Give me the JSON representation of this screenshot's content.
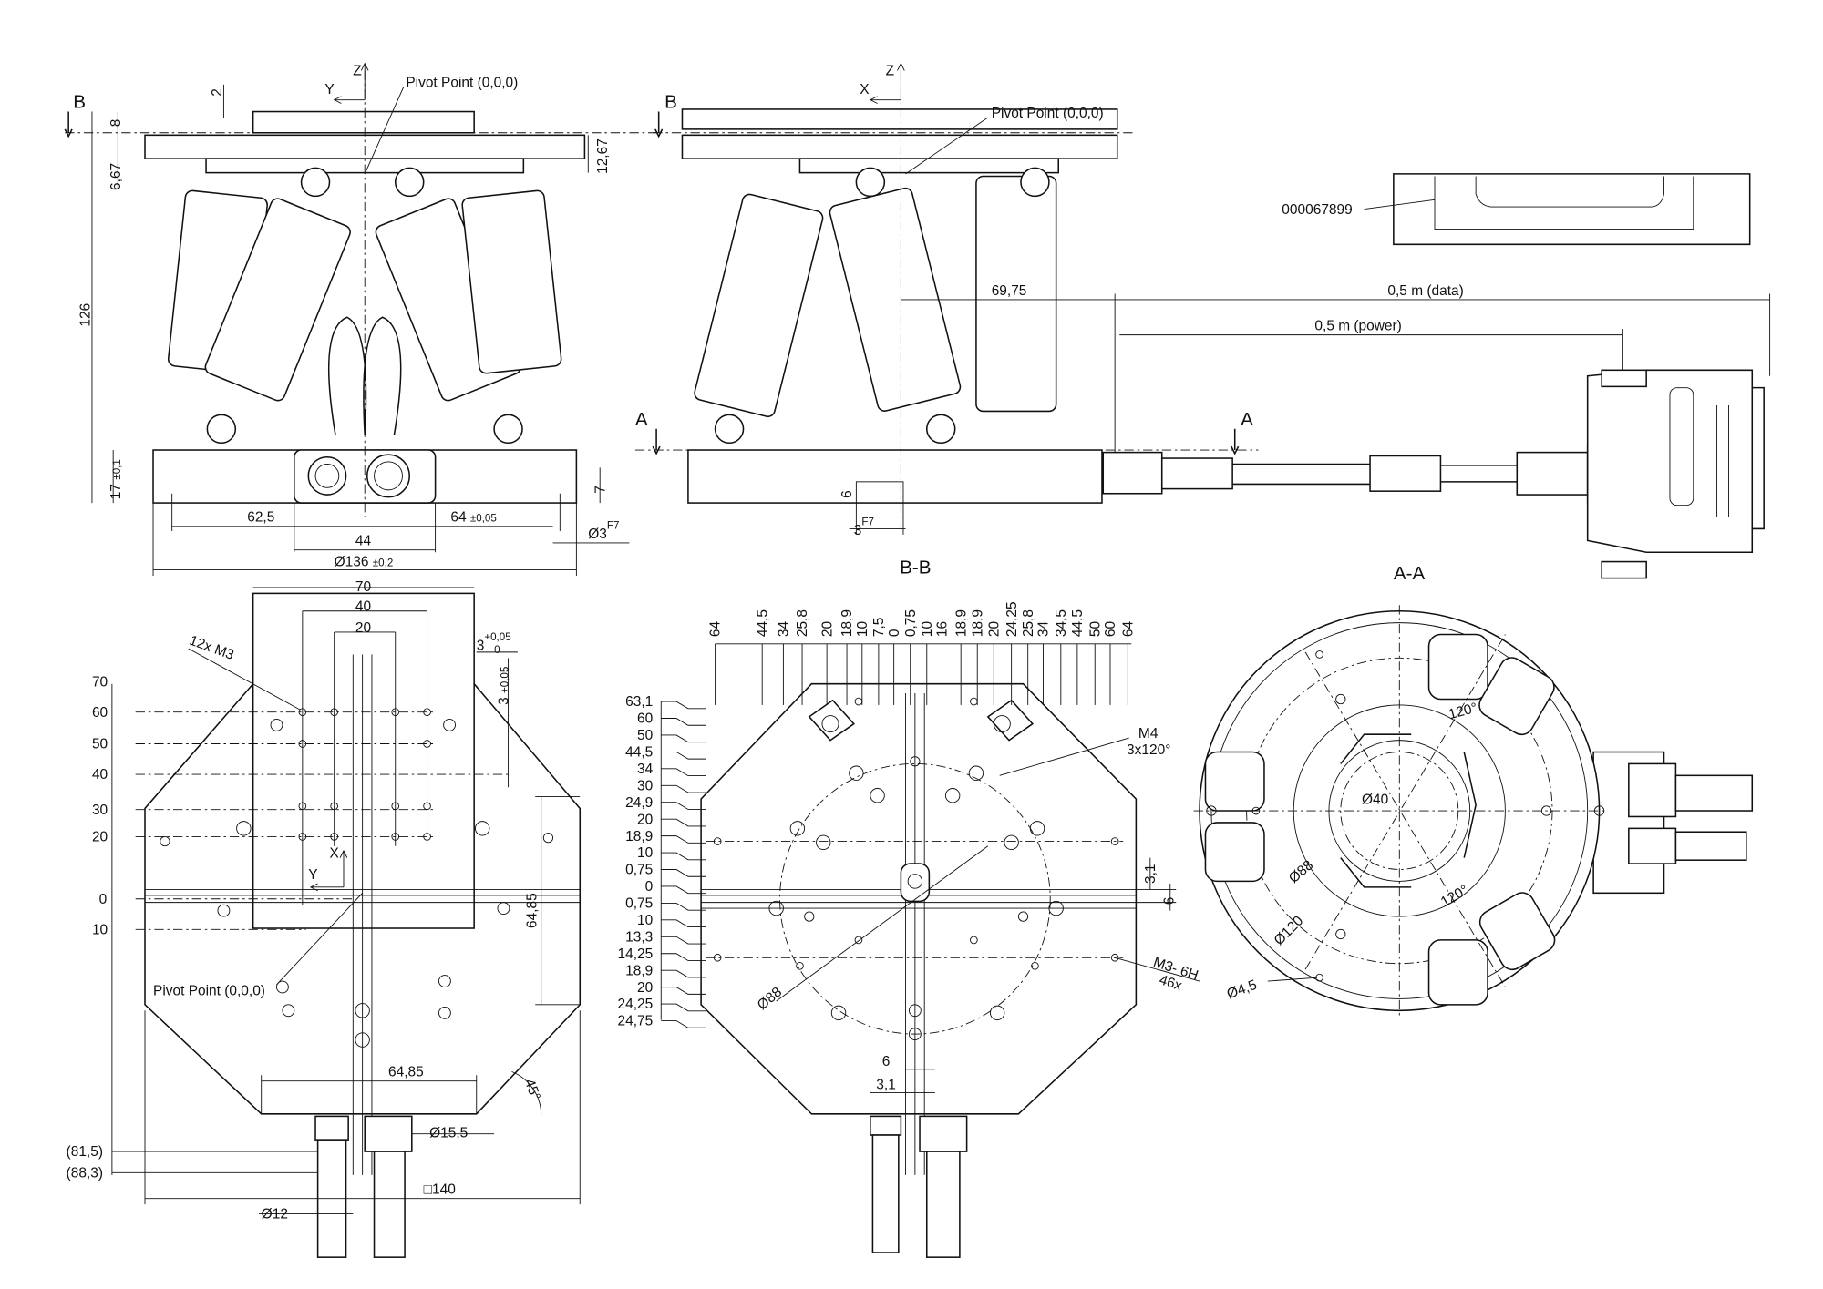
{
  "front_view": {
    "section_mark": "B",
    "axis_z": "Z",
    "axis_y": "Y",
    "pivot_label": "Pivot Point (0,0,0)",
    "dims": {
      "d2": "2",
      "d8": "8",
      "d667": "6,67",
      "d126": "126",
      "d1267": "12,67",
      "d17": "17",
      "d17_tol": "±0,1",
      "d7": "7",
      "d625": "62,5",
      "d64": "64",
      "d64_tol": "±0,05",
      "d44": "44",
      "dia3": "Ø3",
      "dia3_fit": "F7",
      "dia136": "Ø136",
      "dia136_tol": "±0,2"
    }
  },
  "side_view": {
    "section_mark": "B",
    "section_a": "A",
    "axis_z": "Z",
    "axis_x": "X",
    "pivot_label": "Pivot Point (0,0,0)",
    "dims": {
      "d6975": "69,75",
      "d6": "6",
      "d3": "3",
      "d3_fit": "F7"
    },
    "cable_data": "0,5 m (data)",
    "cable_power": "0,5 m (power)",
    "title": "B-B"
  },
  "part": {
    "number": "000067899"
  },
  "section_aa": {
    "title": "A-A",
    "labels": {
      "a1": "120°",
      "a2": "120°",
      "d40": "Ø40",
      "d88": "Ø88",
      "d120": "Ø120",
      "d45": "Ø4,5"
    }
  },
  "top_view": {
    "top_dims": [
      "70",
      "40",
      "20"
    ],
    "tol3": "3",
    "tol3_up": "+0,05",
    "tol3_low": "0",
    "holes": "12x M3",
    "y_labels": [
      "70",
      "60",
      "50",
      "40",
      "30",
      "20",
      "0",
      "10"
    ],
    "axis_x": "X",
    "axis_y": "Y",
    "pivot_label": "Pivot Point (0,0,0)",
    "d6485v": "64,85",
    "d6485h": "64,85",
    "angle": "45°",
    "dia155": "Ø15,5",
    "d815": "(81,5)",
    "d883": "(88,3)",
    "sq140": "□140",
    "dia12": "Ø12"
  },
  "bottom_view": {
    "x_labels": [
      "64",
      "44,5",
      "34",
      "25,8",
      "20",
      "18,9",
      "10",
      "7,5",
      "0",
      "0,75",
      "10",
      "16",
      "18,9",
      "18,9",
      "20",
      "24,25",
      "25,8",
      "34",
      "34,5",
      "44,5",
      "50",
      "60",
      "64"
    ],
    "y_labels": [
      "63,1",
      "60",
      "50",
      "44,5",
      "34",
      "30",
      "24,9",
      "20",
      "18,9",
      "10",
      "0,75",
      "0",
      "0,75",
      "10",
      "13,3",
      "14,25",
      "18,9",
      "20",
      "24,25",
      "24,75"
    ],
    "m4": "M4",
    "m4_count": "3x120°",
    "d31": "3,1",
    "d6": "6",
    "m3": "M3- 6H",
    "m3_count": "46x",
    "dia88": "Ø88",
    "b6": "6",
    "b31": "3,1"
  }
}
